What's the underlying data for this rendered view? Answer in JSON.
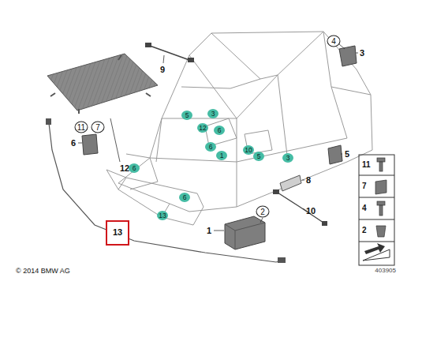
{
  "diagram": {
    "nodes": [
      {
        "text": [
          "13"
        ]
      }
    ],
    "labels": [
      "4",
      "3",
      "9",
      "12",
      "11",
      "7",
      "6",
      "5",
      "3",
      "12",
      "6",
      "6",
      "1",
      "10",
      "5",
      "3",
      "6",
      "6",
      "13",
      "8",
      "5",
      "10",
      "2",
      "1",
      "11",
      "7",
      "4",
      "2",
      "© 2014 BMW AG",
      "403905"
    ]
  }
}
